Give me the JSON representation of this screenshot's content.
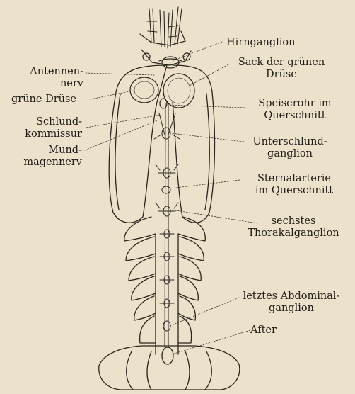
{
  "labels": {
    "hirnganglion": "Hirnganglion",
    "sack_line1": "Sack der grünen",
    "sack_line2": "Drüse",
    "antennennerv_line1": "Antennen-",
    "antennennerv_line2": "nerv",
    "gruene_druese": "grüne Drüse",
    "speiseroehr_line1": "Speiserohr im",
    "speiseroehr_line2": "Querschnitt",
    "schlund_line1": "Schlund-",
    "schlund_line2": "kommissur",
    "unterschlund_line1": "Unterschlund-",
    "unterschlund_line2": "ganglion",
    "mund_line1": "Mund-",
    "mund_line2": "magennerv",
    "sternal_line1": "Sternalarterie",
    "sternal_line2": "im Querschnitt",
    "sechstes_line1": "sechstes",
    "sechstes_line2": "Thorakalganglion",
    "letztes_line1": "letztes Abdominal-",
    "letztes_line2": "ganglion",
    "after": "After"
  },
  "colors": {
    "background": "#ece2cc",
    "ink": "#2a241d"
  }
}
